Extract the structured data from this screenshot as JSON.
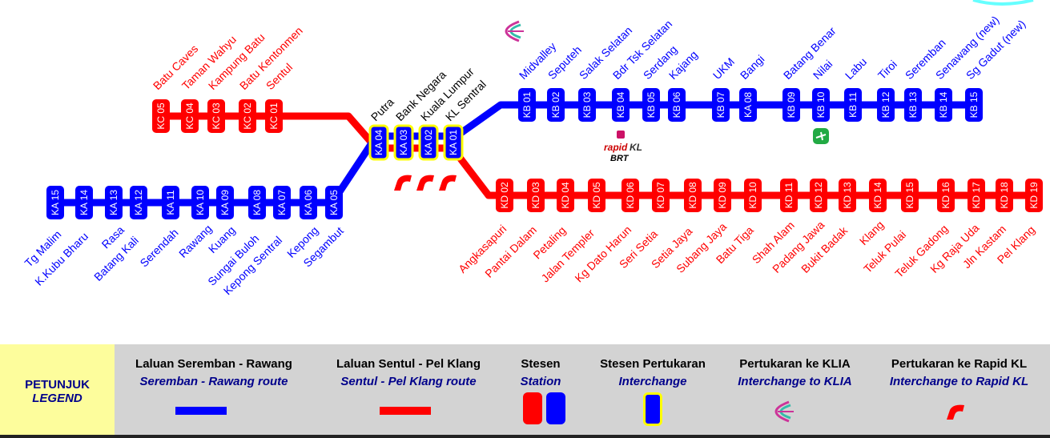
{
  "colors": {
    "seremban_line": "#0000ff",
    "sentul_line": "#ff0000",
    "interchange_border": "#ffff00",
    "legend_head_bg": "#fdfd9c",
    "legend_bg": "#d3d3d3",
    "label_dark": "#000000"
  },
  "lines": {
    "seremban_rawang": {
      "color": "#0000ff",
      "west_codes": [
        "KA 15",
        "KA 14",
        "KA 13",
        "KA 12",
        "KA 11",
        "KA 10",
        "KA 09",
        "KA 08",
        "KA 07",
        "KA 06",
        "KA 05"
      ],
      "west_names": [
        "Tg Malim",
        "K.Kubu Bharu",
        "Rasa",
        "Batang Kali",
        "Serendah",
        "Rawang",
        "Kuang",
        "Sungai Buloh",
        "Kepong Sentral",
        "Kepong",
        "Segambut"
      ],
      "east_codes": [
        "KB 01",
        "KB 02",
        "KB 03",
        "KB 04",
        "KB 05",
        "KB 06",
        "KB 07",
        "KA 08",
        "KB 09",
        "KB 10",
        "KB 11",
        "KB 12",
        "KB 13",
        "KB 14",
        "KB 15"
      ],
      "east_names": [
        "Midvalley",
        "Seputeh",
        "Salak Selatan",
        "Bdr Tsk Selatan",
        "Serdang",
        "Kajang",
        "UKM",
        "Bangi",
        "Batang Benar",
        "Nilai",
        "Labu",
        "Tiroi",
        "Seremban",
        "Senawang (new)",
        "Sg Gadut (new)"
      ]
    },
    "sentul_klang": {
      "color": "#ff0000",
      "north_codes": [
        "KC 05",
        "KC 04",
        "KC 03",
        "KC 02",
        "KC 01"
      ],
      "north_names": [
        "Batu Caves",
        "Taman Wahyu",
        "Kampung Batu",
        "Batu Kentonmen",
        "Sentul"
      ],
      "south_codes": [
        "KD 02",
        "KD 03",
        "KD 04",
        "KD 05",
        "KD 06",
        "KD 07",
        "KD 08",
        "KD 09",
        "KD 10",
        "KD 11",
        "KD 12",
        "KD 13",
        "KD 14",
        "KD 15",
        "KD 16",
        "KD 17",
        "KD 18",
        "KD 19"
      ],
      "south_names": [
        "Angkasapuri",
        "Pantai Dalam",
        "Petaling",
        "Jalan Templer",
        "Kg Dato Harun",
        "Seri Setia",
        "Setia Jaya",
        "Subang Jaya",
        "Batu Tiga",
        "Shah Alam",
        "Padang Jawa",
        "Bukit Badak",
        "Klang",
        "Teluk Pulai",
        "Teluk Gadong",
        "Kg Raja Uda",
        "Jln Kastam",
        "Pel Klang"
      ]
    },
    "interchanges": {
      "codes": [
        "KA 04",
        "KA 03",
        "KA 02",
        "KA 01"
      ],
      "names": [
        "Putra",
        "Bank Negara",
        "Kuala Lumpur",
        "KL Sentral"
      ]
    }
  },
  "logos": {
    "klia_icon": "klia-express-icon",
    "rapidkl_text": "rapid",
    "rapidkl_suffix": "KL",
    "brt_text": "BRT",
    "rapid_interchange_icon": "rapid-kl-interchange-icon",
    "nilai_icon": "airport-icon"
  },
  "legend": {
    "head_ms": "PETUNJUK",
    "head_en": "LEGEND",
    "route_sr_ms": "Laluan Seremban - Rawang",
    "route_sr_en": "Seremban - Rawang route",
    "route_sk_ms": "Laluan Sentul - Pel Klang",
    "route_sk_en": "Sentul - Pel Klang route",
    "station_ms": "Stesen",
    "station_en": "Station",
    "interchange_ms": "Stesen Pertukaran",
    "interchange_en": "Interchange",
    "klia_ms": "Pertukaran ke KLIA",
    "klia_en": "Interchange to KLIA",
    "rapid_ms": "Pertukaran ke Rapid KL",
    "rapid_en": "Interchange to Rapid KL"
  }
}
